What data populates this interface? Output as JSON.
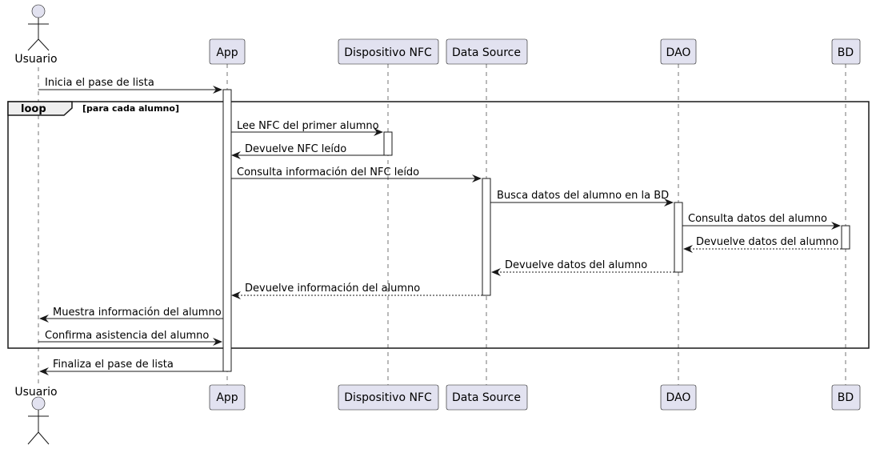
{
  "participants": [
    {
      "id": "usuario",
      "label": "Usuario",
      "kind": "actor"
    },
    {
      "id": "app",
      "label": "App",
      "kind": "participant"
    },
    {
      "id": "nfc",
      "label": "Dispositivo NFC",
      "kind": "participant"
    },
    {
      "id": "ds",
      "label": "Data Source",
      "kind": "participant"
    },
    {
      "id": "dao",
      "label": "DAO",
      "kind": "participant"
    },
    {
      "id": "bd",
      "label": "BD",
      "kind": "participant"
    }
  ],
  "loop": {
    "keyword": "loop",
    "condition": "[para cada alumno]"
  },
  "messages": [
    {
      "from": "usuario",
      "to": "app",
      "label": "Inicia el pase de lista",
      "style": "solid"
    },
    {
      "from": "app",
      "to": "nfc",
      "label": "Lee NFC del primer alumno",
      "style": "solid"
    },
    {
      "from": "nfc",
      "to": "app",
      "label": "Devuelve NFC leído",
      "style": "solid"
    },
    {
      "from": "app",
      "to": "ds",
      "label": "Consulta información del NFC leído",
      "style": "solid"
    },
    {
      "from": "ds",
      "to": "dao",
      "label": "Busca datos del alumno en la BD",
      "style": "solid"
    },
    {
      "from": "dao",
      "to": "bd",
      "label": "Consulta datos del alumno",
      "style": "solid"
    },
    {
      "from": "bd",
      "to": "dao",
      "label": "Devuelve datos del alumno",
      "style": "dashed"
    },
    {
      "from": "dao",
      "to": "ds",
      "label": "Devuelve datos del alumno",
      "style": "dashed"
    },
    {
      "from": "ds",
      "to": "app",
      "label": "Devuelve información del alumno",
      "style": "dashed"
    },
    {
      "from": "app",
      "to": "usuario",
      "label": "Muestra información del alumno",
      "style": "solid"
    },
    {
      "from": "usuario",
      "to": "app",
      "label": "Confirma asistencia del alumno",
      "style": "solid"
    },
    {
      "from": "app",
      "to": "usuario",
      "label": "Finaliza el pase de lista",
      "style": "solid"
    }
  ]
}
